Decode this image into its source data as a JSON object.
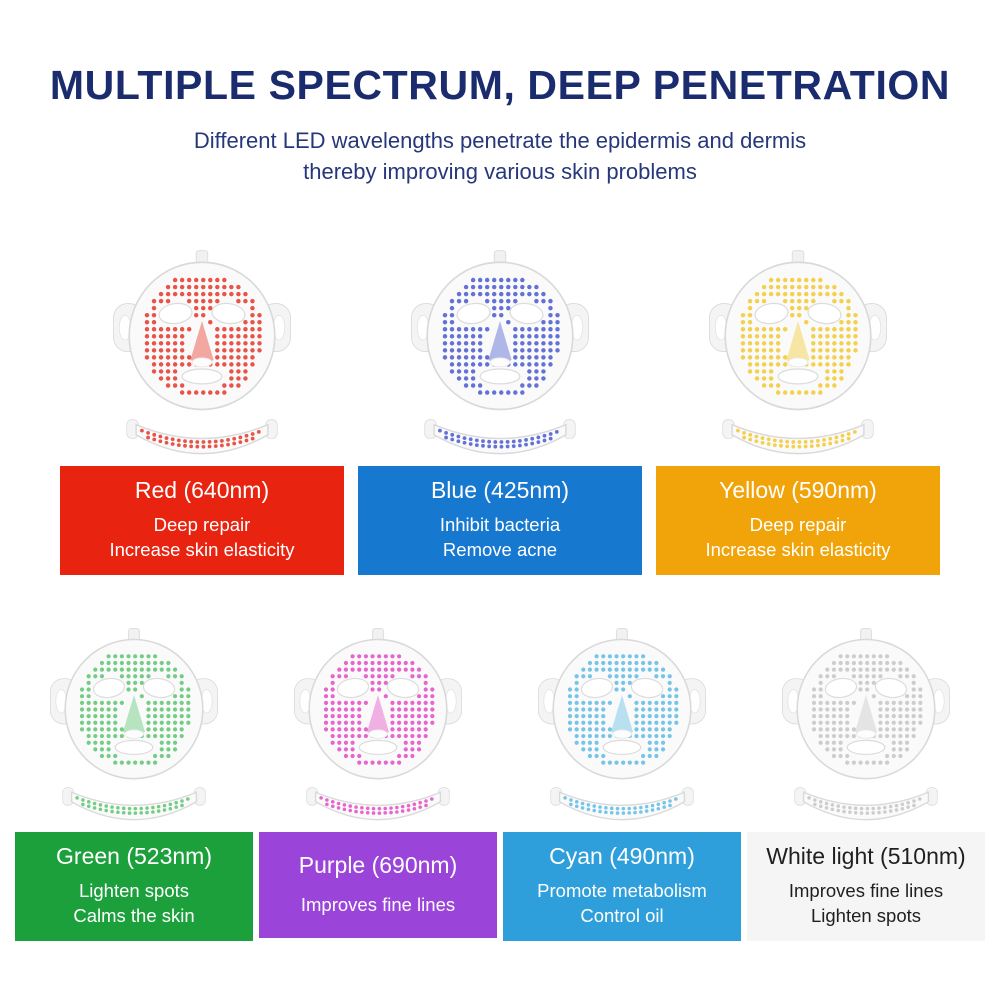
{
  "header": {
    "title": "MULTIPLE SPECTRUM, DEEP PENETRATION",
    "subtitle_line1": "Different LED wavelengths penetrate the epidermis and dermis",
    "subtitle_line2": "thereby improving various skin problems"
  },
  "colors": {
    "title_text": "#1b2c6e",
    "subtitle_text": "#27377b",
    "mask_base": "#fafafa",
    "mask_outline": "#d9d9d9"
  },
  "masks": [
    {
      "id": "red",
      "label": "Red (640nm)",
      "desc1": "Deep repair",
      "desc2": "Increase skin elasticity",
      "banner_color": "#e8230f",
      "text_color": "#ffffff",
      "led_color": "#e95348"
    },
    {
      "id": "blue",
      "label": "Blue (425nm)",
      "desc1": "Inhibit bacteria",
      "desc2": "Remove acne",
      "banner_color": "#1778cf",
      "text_color": "#ffffff",
      "led_color": "#6471d6"
    },
    {
      "id": "yellow",
      "label": "Yellow (590nm)",
      "desc1": "Deep repair",
      "desc2": "Increase skin elasticity",
      "banner_color": "#f0a40a",
      "text_color": "#ffffff",
      "led_color": "#f3d04d"
    },
    {
      "id": "green",
      "label": "Green (523nm)",
      "desc1": "Lighten spots",
      "desc2": "Calms the skin",
      "banner_color": "#1ca03c",
      "text_color": "#ffffff",
      "led_color": "#74cd85"
    },
    {
      "id": "purple",
      "label": "Purple (690nm)",
      "desc1": "Improves fine lines",
      "desc2": "",
      "banner_color": "#9b44d9",
      "text_color": "#ffffff",
      "led_color": "#e765cd"
    },
    {
      "id": "cyan",
      "label": "Cyan (490nm)",
      "desc1": "Promote metabolism",
      "desc2": "Control oil",
      "banner_color": "#2e9fda",
      "text_color": "#ffffff",
      "led_color": "#76c5e8"
    },
    {
      "id": "white",
      "label": "White light (510nm)",
      "desc1": "Improves fine lines",
      "desc2": "Lighten spots",
      "banner_color": "#f5f5f5",
      "text_color": "#1f1f1f",
      "led_color": "#cdcdcd"
    }
  ]
}
